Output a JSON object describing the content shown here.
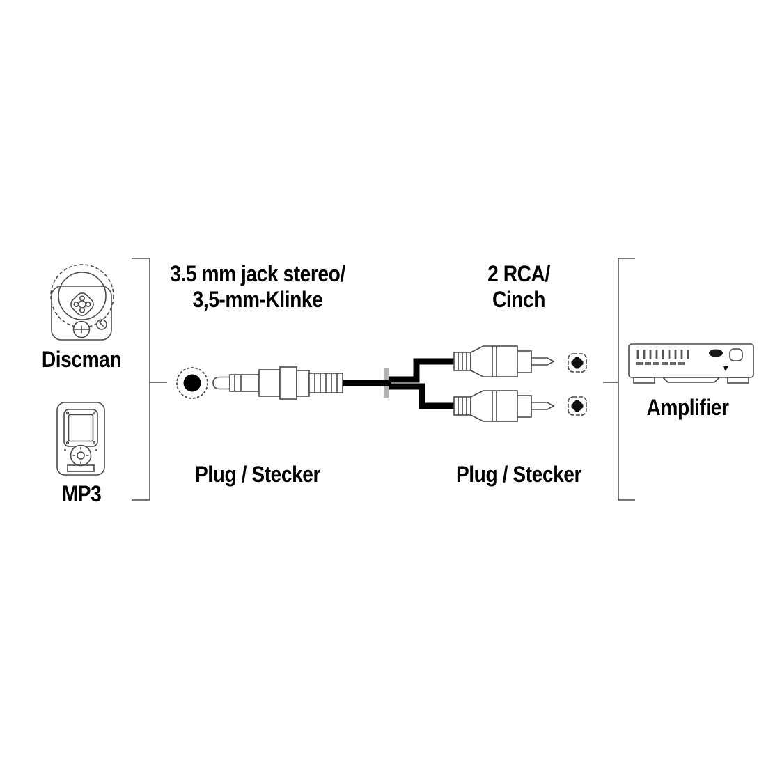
{
  "page": {
    "background": "#ffffff"
  },
  "source_devices": {
    "discman_label": "Discman",
    "mp3_label": "MP3"
  },
  "jack_side": {
    "heading_line1": "3.5 mm jack stereo/",
    "heading_line2": "3,5-mm-Klinke",
    "caption": "Plug / Stecker"
  },
  "rca_side": {
    "heading_line1": "2 RCA/",
    "heading_line2": "Cinch",
    "caption": "Plug / Stecker"
  },
  "target_device": {
    "amplifier_label": "Amplifier"
  },
  "icons": {
    "left_device_top": "discman-icon",
    "left_device_bottom": "mp3-player-icon",
    "left_port": "jack-socket-icon",
    "cable": "jack-to-rca-cable-icon",
    "right_ports": "rca-socket-icon",
    "right_device": "amplifier-icon"
  },
  "colors": {
    "outline": "#4a4a4a",
    "cable": "#000000",
    "clamp": "#b3b3b3",
    "text": "#000000",
    "background": "#ffffff"
  }
}
